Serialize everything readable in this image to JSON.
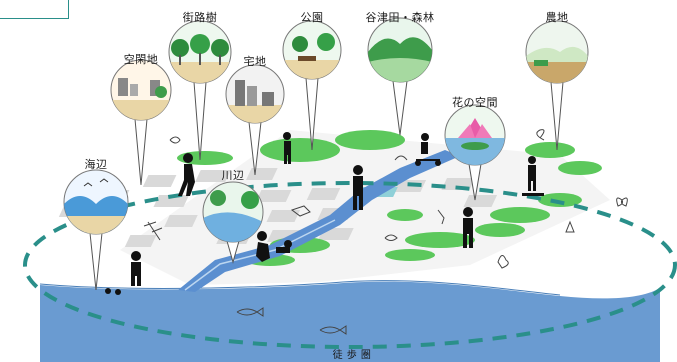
{
  "labels": {
    "vacant_land": "空閑地",
    "street_trees": "街路樹",
    "residential": "宅地",
    "park": "公園",
    "valley_fields_forest": "谷津田・森林",
    "farmland": "農地",
    "flower_space": "花の空間",
    "riverside": "川辺",
    "seaside": "海辺",
    "walking_area": "徒 歩 圏"
  },
  "colors": {
    "accent": "#2a8f8a",
    "sea": "#6a9bd1",
    "green": "#5cc85c",
    "dark_green": "#2e8b3d",
    "block": "#d9d9d9"
  }
}
